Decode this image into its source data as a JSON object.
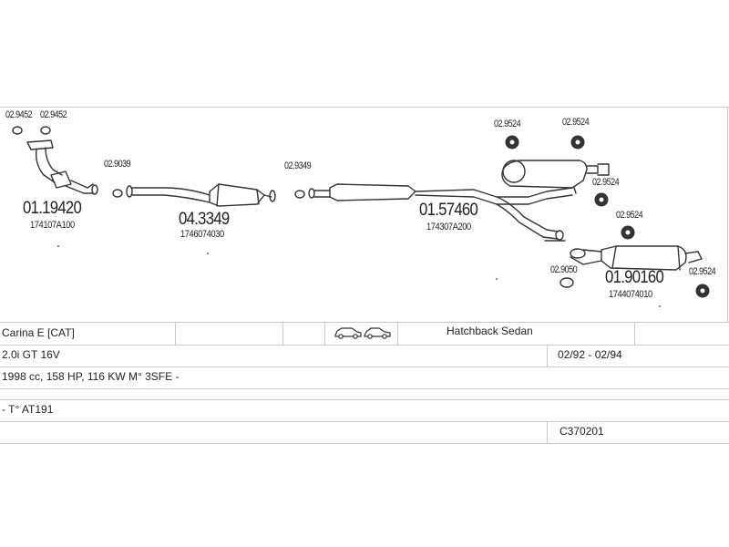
{
  "diagram": {
    "parts": [
      {
        "code": "01.19420",
        "oem": "174107A100"
      },
      {
        "code": "04.3349",
        "oem": "1746074030"
      },
      {
        "code": "01.57460",
        "oem": "174307A200"
      },
      {
        "code": "01.90160",
        "oem": "1744074010"
      }
    ],
    "fittings": {
      "g1": "02.9452",
      "g2": "02.9452",
      "g3": "02.9039",
      "g4": "02.9349",
      "h1": "02.9524",
      "h2": "02.9524",
      "h3": "02.9524",
      "h4": "02.9524",
      "h5": "02.9524",
      "g5": "02.9050"
    }
  },
  "vehicle": {
    "model": "Carina E  [CAT]",
    "body": "Hatchback Sedan",
    "engine": "2.0i  GT 16V",
    "years": "02/92 - 02/94",
    "spec": "1998 cc, 158 HP, 116 KW M° 3SFE -",
    "variant": "- T° AT191",
    "ref": "C370201"
  },
  "colors": {
    "line": "#333333",
    "grid": "#c9c9c9"
  }
}
